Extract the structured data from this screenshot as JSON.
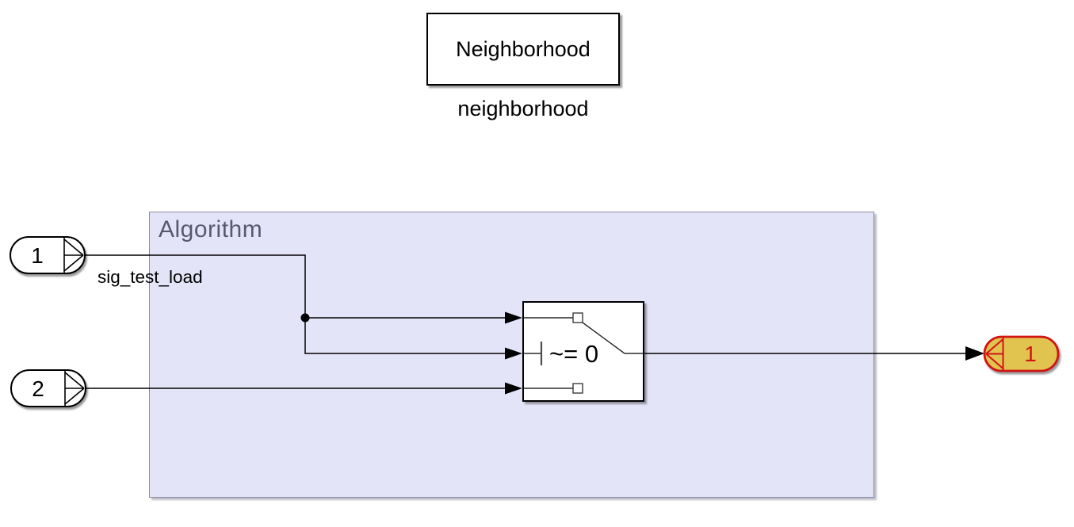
{
  "blocks": {
    "neighborhood": {
      "label": "Neighborhood",
      "caption": "neighborhood"
    },
    "algorithm": {
      "title": "Algorithm"
    },
    "inport1": {
      "number": "1",
      "signal_label": "sig_test_load"
    },
    "inport2": {
      "number": "2"
    },
    "switch_block": {
      "criteria_label": "~= 0"
    },
    "outport1": {
      "number": "1"
    }
  },
  "colors": {
    "canvas_background": "#FFFFFF",
    "algorithm_area_fill": "#E4E4F8",
    "algorithm_area_border": "#8A8AA5",
    "algorithm_title_text": "#585870",
    "block_border": "#000000",
    "wire": "#000000",
    "highlight_fill": "#E1C44F",
    "highlight_border": "#D11414"
  }
}
